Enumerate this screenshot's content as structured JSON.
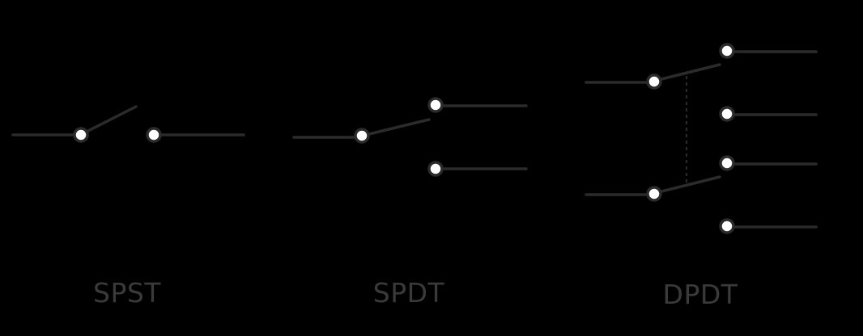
{
  "colors": {
    "background": "#ffffff",
    "border": "#000000",
    "line": "#2b2b2b",
    "text": "#3a3a3a"
  },
  "switches": [
    {
      "id": "spst",
      "label": "SPST"
    },
    {
      "id": "spdt",
      "label": "SPDT"
    },
    {
      "id": "dpdt",
      "label": "DPDT"
    }
  ]
}
